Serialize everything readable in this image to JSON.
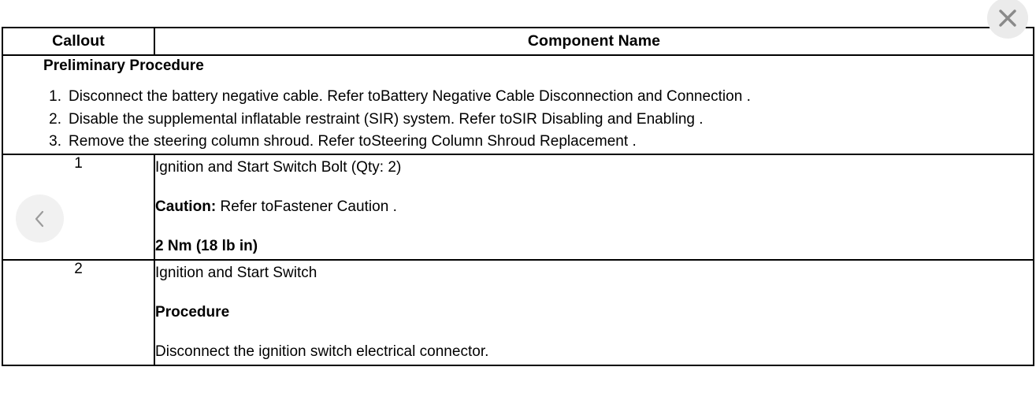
{
  "overlay": {
    "close_icon": "close-icon",
    "back_icon": "chevron-left-icon"
  },
  "table": {
    "headers": {
      "callout": "Callout",
      "component_name": "Component Name"
    },
    "preliminary": {
      "title": "Preliminary Procedure",
      "steps": [
        "Disconnect the battery negative cable. Refer toBattery Negative Cable Disconnection and Connection .",
        "Disable the supplemental inflatable restraint (SIR) system. Refer toSIR Disabling and Enabling .",
        "Remove the steering column shroud. Refer toSteering Column Shroud Replacement ."
      ]
    },
    "rows": [
      {
        "callout": "1",
        "lines": [
          {
            "text": "Ignition and Start Switch Bolt (Qty: 2)",
            "bold": false
          },
          {
            "label": "Caution:",
            "text": " Refer toFastener Caution .",
            "bold": false
          },
          {
            "text": "2 Nm (18 lb in)",
            "bold": true
          }
        ]
      },
      {
        "callout": "2",
        "lines": [
          {
            "text": "Ignition and Start Switch",
            "bold": false
          },
          {
            "text": "Procedure",
            "bold": true
          },
          {
            "text": "Disconnect the ignition switch electrical connector.",
            "bold": false
          }
        ]
      }
    ]
  },
  "colors": {
    "border": "#000000",
    "text": "#000000",
    "close_bg": "#ebebeb",
    "close_glyph": "#8a8a8a",
    "back_bg": "#f1f1f1",
    "back_glyph": "#9b9b9b"
  }
}
